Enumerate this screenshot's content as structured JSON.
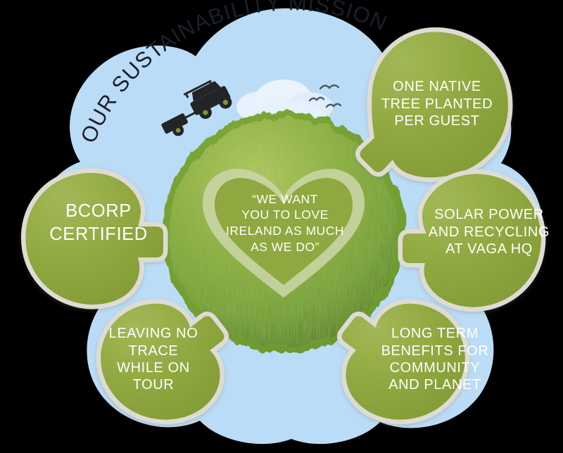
{
  "title": {
    "text": "OUR SUSTAINABILITY MISSION",
    "color": "#1b1f2a",
    "style": "curved-arc"
  },
  "colors": {
    "background": "#000000",
    "sky_blob": "#bbdcf6",
    "leaf_green": "#8fa83f",
    "leaf_green_light": "#9cb353",
    "leaf_outline": "#dedcd2",
    "heart_border": "#cbd5a6",
    "heart_fill": "#8fa83f",
    "grass_dark": "#5f8b2a",
    "grass_light": "#a9c04a",
    "cloud": "#e8f2fb",
    "text_white": "#ffffff",
    "silhouette": "#232427"
  },
  "center": {
    "name": "grass-globe",
    "heart": {
      "lines": [
        "“WE WANT",
        "YOU TO LOVE",
        "IRELAND AS MUCH",
        "AS WE DO”"
      ]
    },
    "decorations": [
      {
        "name": "safari-vehicle-with-trailer",
        "label": "4x4 vehicle towing trailer"
      },
      {
        "name": "cloud",
        "label": "cloud"
      },
      {
        "name": "birds",
        "label": "three birds in flight",
        "count": 3
      }
    ]
  },
  "leaves": [
    {
      "id": "one-native-tree",
      "name": "leaf-one-native-tree",
      "lines": [
        "ONE NATIVE",
        "TREE PLANTED",
        "PER GUEST"
      ],
      "stem_direction": "down-left"
    },
    {
      "id": "solar-power",
      "name": "leaf-solar-power",
      "lines": [
        "SOLAR POWER",
        "AND RECYCLING",
        "AT VAGA HQ"
      ],
      "stem_direction": "left"
    },
    {
      "id": "bcorp-certified",
      "name": "leaf-bcorp-certified",
      "lines": [
        "BCORP",
        "CERTIFIED"
      ],
      "stem_direction": "right"
    },
    {
      "id": "leaving-no-trace",
      "name": "leaf-leaving-no-trace",
      "lines": [
        "LEAVING NO",
        "TRACE",
        "WHILE ON",
        "TOUR"
      ],
      "stem_direction": "up-right"
    },
    {
      "id": "long-term-benefits",
      "name": "leaf-long-term-benefits",
      "lines": [
        "LONG TERM",
        "BENEFITS FOR",
        "COMMUNITY",
        "AND PLANET"
      ],
      "stem_direction": "up-left"
    }
  ]
}
